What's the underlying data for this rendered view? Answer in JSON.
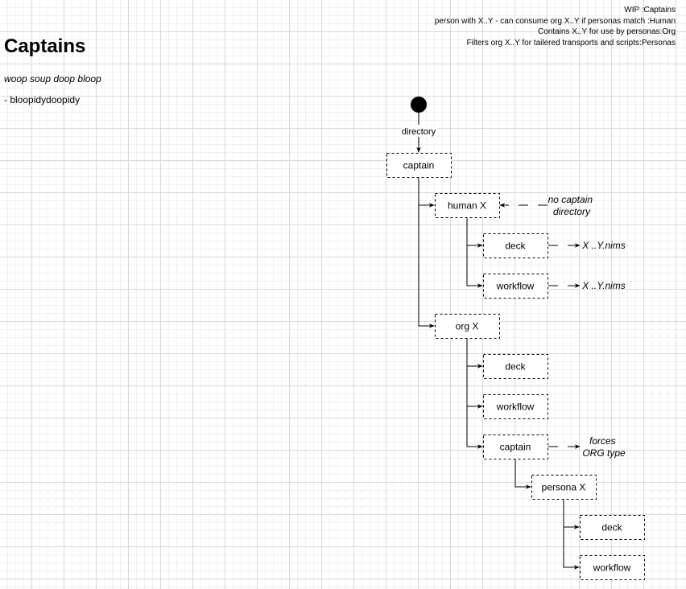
{
  "legend": {
    "lines": [
      "WIP :Captains",
      "person with X..Y - can consume org X..Y if personas match :Human",
      "Contains  X..Y for use by personas:Org",
      "Filters org X..Y for tailered transports and scripts:Personas"
    ]
  },
  "page": {
    "title": "Captains",
    "subtitle": "woop soup doop bloop",
    "bullet": "- bloopidydoopidy"
  },
  "diagram": {
    "start_label": "directory",
    "nodes": {
      "captain_root": "captain",
      "human": "human X",
      "human_deck": "deck",
      "human_workflow": "workflow",
      "org": "org X",
      "org_deck": "deck",
      "org_workflow": "workflow",
      "org_captain": "captain",
      "persona": "persona X",
      "persona_deck": "deck",
      "persona_workflow": "workflow"
    },
    "annotations": {
      "no_captain": [
        "no captain",
        "directory"
      ],
      "deck_nims": "X ..Y.nims",
      "workflow_nims": "X ..Y.nims",
      "forces": [
        "forces",
        "ORG type"
      ]
    }
  }
}
